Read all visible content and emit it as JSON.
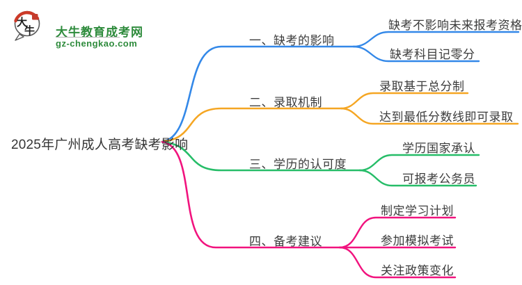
{
  "logo": {
    "icon_text_top": "大",
    "icon_text_bottom": "牛",
    "title": "大牛教育成考网",
    "subtitle": "gz-chengkao.com",
    "brand_green": "#2e8b3c",
    "seal_red": "#cc3a28",
    "outline_gray": "#5a5a5a"
  },
  "mindmap": {
    "root": {
      "label": "2025年广州成人高考缺考影响"
    },
    "branches": [
      {
        "label": "一、缺考的影响",
        "color": "#3388e8",
        "children": [
          {
            "label": "缺考不影响未来报考资格"
          },
          {
            "label": "缺考科目记零分"
          }
        ]
      },
      {
        "label": "二、录取机制",
        "color": "#f5a623",
        "children": [
          {
            "label": "录取基于总分制"
          },
          {
            "label": "达到最低分数线即可录取"
          }
        ]
      },
      {
        "label": "三、学历的认可度",
        "color": "#26bd68",
        "children": [
          {
            "label": "学历国家承认"
          },
          {
            "label": "可报考公务员"
          }
        ]
      },
      {
        "label": "四、备考建议",
        "color": "#f1137e",
        "children": [
          {
            "label": "制定学习计划"
          },
          {
            "label": "参加模拟考试"
          },
          {
            "label": "关注政策变化"
          }
        ]
      }
    ]
  }
}
